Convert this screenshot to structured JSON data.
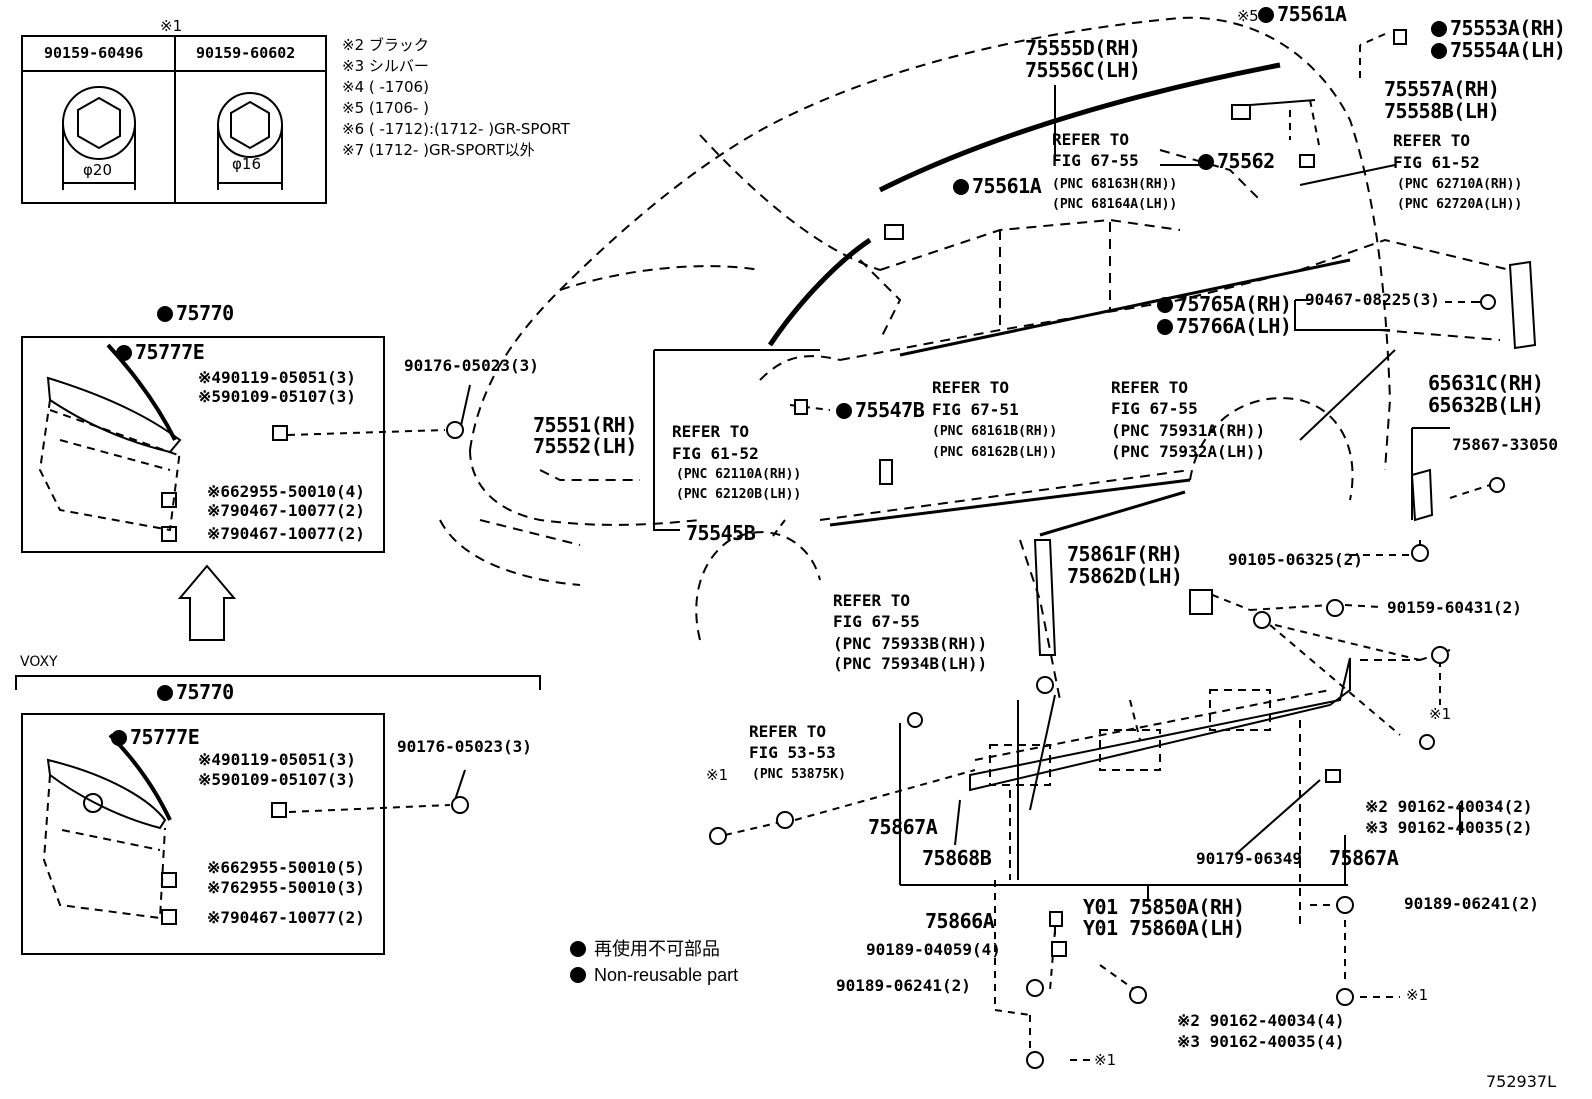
{
  "drawing_number": "752937L",
  "bolt_table": {
    "marker": "※1",
    "parts": [
      {
        "number": "90159-60496",
        "diameter": "φ20"
      },
      {
        "number": "90159-60602",
        "diameter": "φ16"
      }
    ]
  },
  "notes": [
    "※2 ブラック",
    "※3 シルバー",
    "※4 (     -1706)",
    "※5 (1706-     )",
    "※6 (     -1712):(1712-     )GR-SPORT",
    "※7 (1712-     )GR-SPORT以外"
  ],
  "grille_box_top": {
    "assembly": "75770",
    "molding": "75777E",
    "clips": [
      "※490119-05051(3)",
      "※590109-05107(3)"
    ],
    "fasteners": [
      "※662955-50010(4)",
      "※790467-10077(2)",
      "※790467-10077(2)"
    ]
  },
  "grille_box_voxy": {
    "variant": "VOXY",
    "assembly": "75770",
    "molding": "75777E",
    "clips": [
      "※490119-05051(3)",
      "※590109-05107(3)"
    ],
    "fasteners": [
      "※662955-50010(5)",
      "※762955-50010(3)",
      "※790467-10077(2)"
    ]
  },
  "labels": {
    "p90176_top": "90176-05023(3)",
    "p90176_voxy": "90176-05023(3)",
    "p75551": "75551(RH)",
    "p75552": "75552(LH)",
    "p75555d": "75555D(RH)",
    "p75556c": "75556C(LH)",
    "p75561a_top": "75561A",
    "p75561a_mid": "75561A",
    "mark5": "※5",
    "p75553a": "75553A(RH)",
    "p75554a": "75554A(LH)",
    "p75557a": "75557A(RH)",
    "p75558b": "75558B(LH)",
    "p75562": "75562",
    "p75547b": "75547B",
    "p75545b": "75545B",
    "p75765a": "75765A(RH)",
    "p75766a": "75766A(LH)",
    "p90467_08225": "90467-08225(3)",
    "p65631c": "65631C(RH)",
    "p65632b": "65632B(LH)",
    "p75867_33050": "75867-33050",
    "p90105": "90105-06325(2)",
    "p75861f": "75861F(RH)",
    "p75862d": "75862D(LH)",
    "p90159_60431": "90159-60431(2)",
    "mark1_a": "※1",
    "mark1_b": "※1",
    "mark1_c": "※1",
    "mark1_d": "※1",
    "p90162_a_2": "※2 90162-40034(2)",
    "p90162_a_3": "※3 90162-40035(2)",
    "p75867a_l": "75867A",
    "p75868b": "75868B",
    "p90179": "90179-06349",
    "p75867a_r": "75867A",
    "p90189_06241_r": "90189-06241(2)",
    "p75866a": "75866A",
    "p75850a": "Y01 75850A(RH)",
    "p75860a": "Y01 75860A(LH)",
    "p90189_04059": "90189-04059(4)",
    "p90189_06241_l": "90189-06241(2)",
    "p90162_b_2": "※2 90162-40034(4)",
    "p90162_b_3": "※3 90162-40035(4)"
  },
  "refers": {
    "r1": [
      "REFER TO",
      "FIG 67-55",
      "(PNC 68163H(RH))",
      "(PNC 68164A(LH))"
    ],
    "r2": [
      "REFER TO",
      "FIG 61-52",
      "(PNC 62710A(RH))",
      "(PNC 62720A(LH))"
    ],
    "r3": [
      "REFER TO",
      "FIG 61-52",
      "(PNC 62110A(RH))",
      "(PNC 62120B(LH))"
    ],
    "r4": [
      "REFER TO",
      "FIG 67-51",
      "(PNC 68161B(RH))",
      "(PNC 68162B(LH))"
    ],
    "r5": [
      "REFER TO",
      "FIG 67-55",
      "(PNC 75931A(RH))",
      "(PNC 75932A(LH))"
    ],
    "r6": [
      "REFER TO",
      "FIG 67-55",
      "(PNC 75933B(RH))",
      "(PNC 75934B(LH))"
    ],
    "r7": [
      "REFER TO",
      "FIG 53-53",
      "(PNC 53875K)"
    ]
  },
  "legend": {
    "japanese": "再使用不可部品",
    "english": "Non-reusable part"
  }
}
